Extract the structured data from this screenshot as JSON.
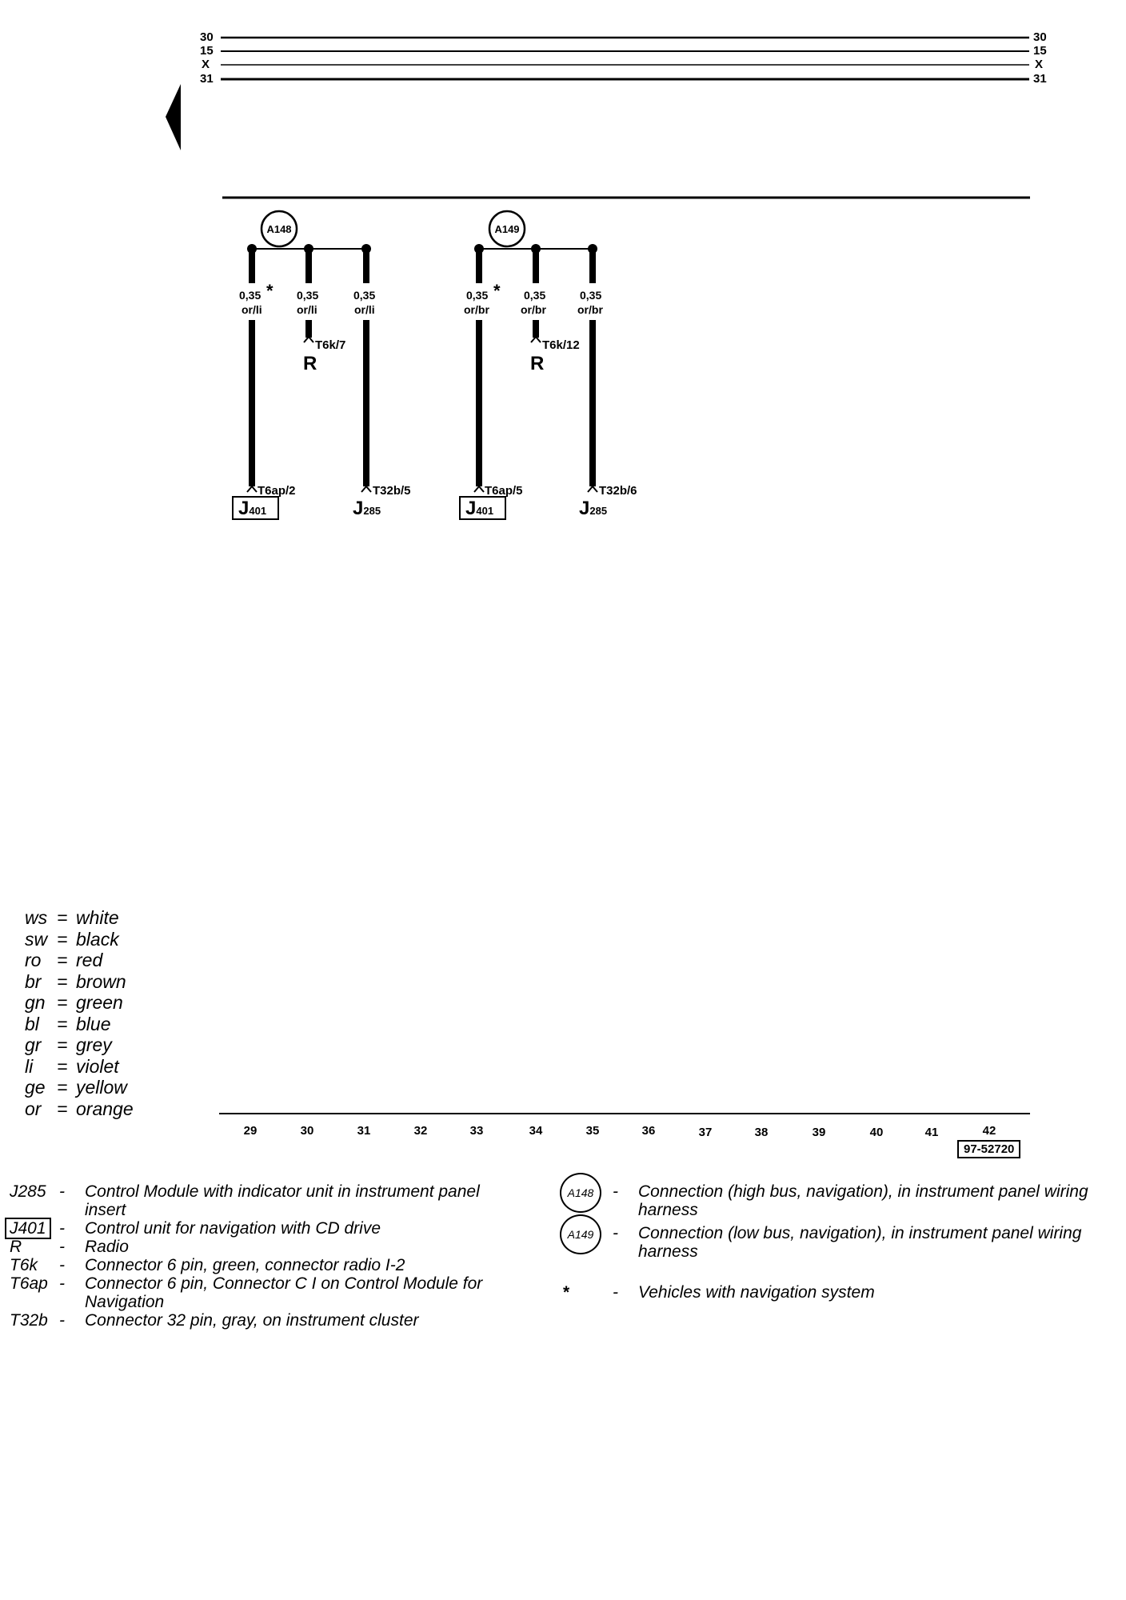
{
  "bus_labels": [
    "30",
    "15",
    "X",
    "31"
  ],
  "connections": [
    {
      "id": "A148",
      "wires": [
        {
          "gauge": "0,35",
          "color": "or/li",
          "star": true,
          "terminal": "T6ap/2",
          "component": "J",
          "component_sub": "401",
          "boxed": true
        },
        {
          "gauge": "0,35",
          "color": "or/li",
          "star": false,
          "terminal": "T6k/7",
          "component": "R",
          "component_sub": "",
          "boxed": false
        },
        {
          "gauge": "0,35",
          "color": "or/li",
          "star": false,
          "terminal": "T32b/5",
          "component": "J",
          "component_sub": "285",
          "boxed": false
        }
      ]
    },
    {
      "id": "A149",
      "wires": [
        {
          "gauge": "0,35",
          "color": "or/br",
          "star": true,
          "terminal": "T6ap/5",
          "component": "J",
          "component_sub": "401",
          "boxed": true
        },
        {
          "gauge": "0,35",
          "color": "or/br",
          "star": false,
          "terminal": "T6k/12",
          "component": "R",
          "component_sub": "",
          "boxed": false
        },
        {
          "gauge": "0,35",
          "color": "or/br",
          "star": false,
          "terminal": "T32b/6",
          "component": "J",
          "component_sub": "285",
          "boxed": false
        }
      ]
    }
  ],
  "star_symbol": "*",
  "track_numbers": [
    "29",
    "30",
    "31",
    "32",
    "33",
    "34",
    "35",
    "36",
    "37",
    "38",
    "39",
    "40",
    "41",
    "42"
  ],
  "reference": "97-52720",
  "color_legend": [
    {
      "abbr": "ws",
      "eq": "=",
      "name": "white"
    },
    {
      "abbr": "sw",
      "eq": "=",
      "name": "black"
    },
    {
      "abbr": "ro",
      "eq": "=",
      "name": "red"
    },
    {
      "abbr": "br",
      "eq": "=",
      "name": "brown"
    },
    {
      "abbr": "gn",
      "eq": "=",
      "name": "green"
    },
    {
      "abbr": "bl",
      "eq": "=",
      "name": "blue"
    },
    {
      "abbr": "gr",
      "eq": "=",
      "name": "grey"
    },
    {
      "abbr": "li",
      "eq": "=",
      "name": "violet"
    },
    {
      "abbr": "ge",
      "eq": "=",
      "name": "yellow"
    },
    {
      "abbr": "or",
      "eq": "=",
      "name": "orange"
    }
  ],
  "component_key": [
    {
      "code": "J285",
      "boxed": false,
      "dash": "-",
      "desc": "Control Module with indicator unit in instrument panel insert"
    },
    {
      "code": "J401",
      "boxed": true,
      "dash": "-",
      "desc": "Control unit for navigation with CD drive"
    },
    {
      "code": "R",
      "boxed": false,
      "dash": "-",
      "desc": "Radio"
    },
    {
      "code": "T6k",
      "boxed": false,
      "dash": "-",
      "desc": "Connector 6 pin, green, connector radio I-2"
    },
    {
      "code": "T6ap",
      "boxed": false,
      "dash": "-",
      "desc": "Connector 6 pin, Connector C I on Control Module for Navigation"
    },
    {
      "code": "T32b",
      "boxed": false,
      "dash": "-",
      "desc": "Connector 32 pin, gray, on instrument cluster"
    }
  ],
  "connection_key": [
    {
      "code": "A148",
      "dash": "-",
      "desc": "Connection (high bus, navigation), in instrument panel wiring harness"
    },
    {
      "code": "A149",
      "dash": "-",
      "desc": "Connection (low bus, navigation), in instrument panel wiring harness"
    }
  ],
  "note": {
    "symbol": "*",
    "dash": "-",
    "desc": "Vehicles with navigation system"
  }
}
